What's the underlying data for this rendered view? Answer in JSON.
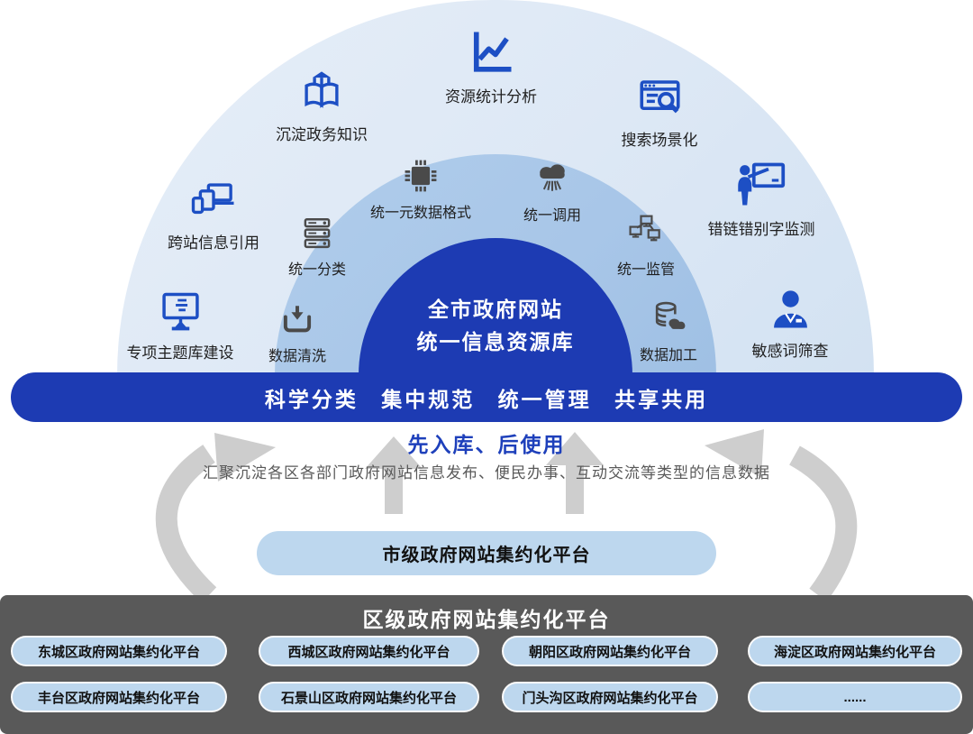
{
  "arch": {
    "center_title_line1": "全市政府网站",
    "center_title_line2": "统一信息资源库",
    "outer_items": [
      {
        "label": "资源统计分析",
        "icon": "line-chart-icon"
      },
      {
        "label": "沉淀政务知识",
        "icon": "book-knowledge-icon"
      },
      {
        "label": "搜索场景化",
        "icon": "browser-search-icon"
      },
      {
        "label": "跨站信息引用",
        "icon": "multi-device-icon"
      },
      {
        "label": "错链错别字监测",
        "icon": "teacher-board-icon"
      },
      {
        "label": "专项主题库建设",
        "icon": "monitor-list-icon"
      },
      {
        "label": "敏感词筛查",
        "icon": "person-audit-icon"
      }
    ],
    "middle_items": [
      {
        "label": "统一元数据格式",
        "icon": "chip-icon"
      },
      {
        "label": "统一调用",
        "icon": "cloud-invoke-icon"
      },
      {
        "label": "统一分类",
        "icon": "server-stack-icon"
      },
      {
        "label": "统一监管",
        "icon": "computer-network-icon"
      },
      {
        "label": "数据清洗",
        "icon": "inbox-download-icon"
      },
      {
        "label": "数据加工",
        "icon": "database-process-icon"
      }
    ]
  },
  "banner": {
    "title": "科学分类 集中规范 统一管理 共享共用"
  },
  "slogan": {
    "title": "先入库、后使用",
    "subtitle": "汇聚沉淀各区各部门政府网站信息发布、便民办事、互动交流等类型的信息数据"
  },
  "city_platform": {
    "label": "市级政府网站集约化平台"
  },
  "district_panel": {
    "title": "区级政府网站集约化平台",
    "platforms": [
      "东城区政府网站集约化平台",
      "西城区政府网站集约化平台",
      "朝阳区政府网站集约化平台",
      "海淀区政府网站集约化平台",
      "丰台区政府网站集约化平台",
      "石景山区政府网站集约化平台",
      "门头沟区政府网站集约化平台",
      "......"
    ]
  },
  "colors": {
    "primary_blue": "#1d3bb3",
    "icon_blue": "#1d4fc4",
    "icon_gray": "#4a4a4a",
    "arc_outer": "#dde8f5",
    "arc_middle": "#a8c6e8",
    "light_button": "#bdd7ee",
    "panel_gray": "#595959",
    "arrow_gray": "#cbcbcb"
  }
}
